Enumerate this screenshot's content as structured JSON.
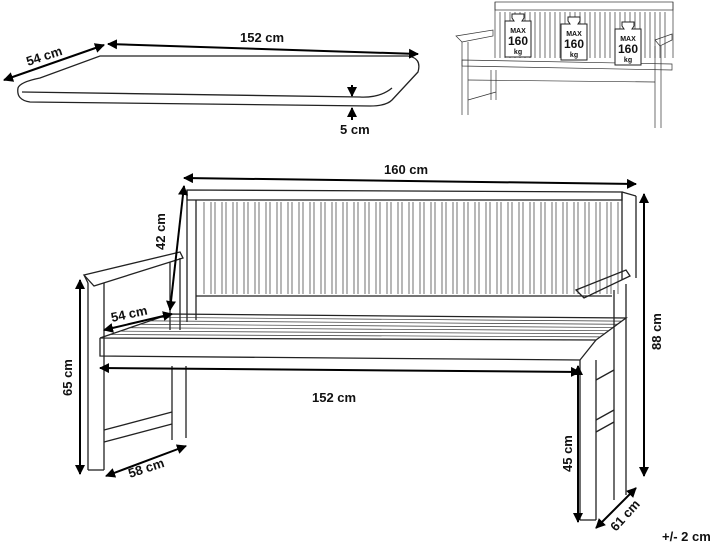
{
  "cushion": {
    "depth_label": "54 cm",
    "length_label": "152 cm",
    "thickness_label": "5 cm"
  },
  "weights": [
    {
      "max": "MAX",
      "value": "160",
      "unit": "kg"
    },
    {
      "max": "MAX",
      "value": "160",
      "unit": "kg"
    },
    {
      "max": "MAX",
      "value": "160",
      "unit": "kg"
    }
  ],
  "bench": {
    "total_width_label": "160 cm",
    "backrest_height_label": "42 cm",
    "seat_depth_label": "54 cm",
    "total_height_label": "88 cm",
    "armrest_height_label": "65 cm",
    "seat_width_label": "152 cm",
    "seat_height_label": "45 cm",
    "leg_depth_label": "58 cm",
    "total_depth_label": "61 cm"
  },
  "tolerance_label": "+/- 2 cm"
}
